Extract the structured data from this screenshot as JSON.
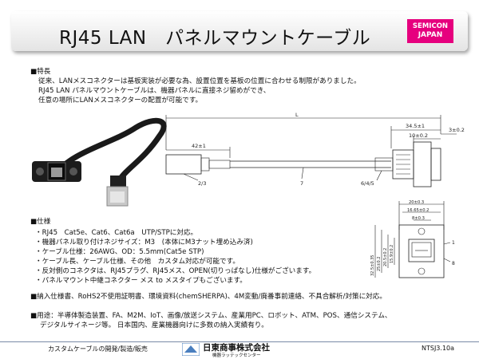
{
  "title": "RJ45 LAN　パネルマウントケーブル",
  "logo": {
    "line1": "SEMICON",
    "line2": "JAPAN",
    "color": "#e6007e"
  },
  "features": {
    "heading": "■特長",
    "lines": [
      "従来、LANメスコネクターは基板実装が必要な為、設置位置を基板の位置に合わせる制限がありました。",
      "RJ45 LAN パネルマウントケーブルは、機器パネルに直接ネジ留めができ、",
      "任意の場所にLANメスコネクターの配置が可能です。"
    ]
  },
  "diagram": {
    "L": "L",
    "dim_total_34_5": "34.5±1",
    "dim_10": "10±0.2",
    "dim_3": "3±0.2",
    "dim_42": "42±1",
    "label_2_3": "2/3",
    "label_7": "7",
    "label_6_4_5": "6/4/5",
    "dim_20": "20±0.3",
    "dim_16_65": "16.65±0.2",
    "dim_8": "8±0.3",
    "dim_32": "32.5±0.35",
    "dim_25": "25±0.2",
    "dim_20_5": "20.5±0.2",
    "dim_15_9": "15.9±0.2",
    "label_1": "1",
    "label_8": "8"
  },
  "specs": {
    "heading": "■仕様",
    "items": [
      "・RJ45　Cat5e、Cat6、Cat6a　UTP/STPに対応。",
      "・機器パネル取り付けネジサイズ：M3　(本体にM3ナット埋め込み済)",
      "・ケーブル仕様：26AWG、OD：5.5mm(Cat5e STP)",
      "・ケーブル長、ケーブル仕様、その他　カスタム対応が可能です。",
      "・反対側のコネクタは、RJ45プラグ、RJ45メス、OPEN(切りっぱなし)仕様がございます。",
      "・パネルマウント中継コネクター メス to メスタイプもございます。"
    ]
  },
  "delivery": "■納入仕様書、RoHS2不使用証明書、環境資料(chemSHERPA)、4M変動/廃番事前連絡、不具合解析/対策に対応。",
  "applications": {
    "line1": "■用途：半導体製造装置、FA、M2M、IoT、画像/放送システム、産業用PC、ロボット、ATM、POS、通信システム、",
    "line2": "デジタルサイネージ等。 日本国内、産業機器向けに多数の納入実績有り。"
  },
  "footer": {
    "left": "カスタムケーブルの開発/製造/販売",
    "company": "日東商事株式会社",
    "company_sub": "機器ラッテックセンター",
    "code": "NTSJ3.10a"
  }
}
